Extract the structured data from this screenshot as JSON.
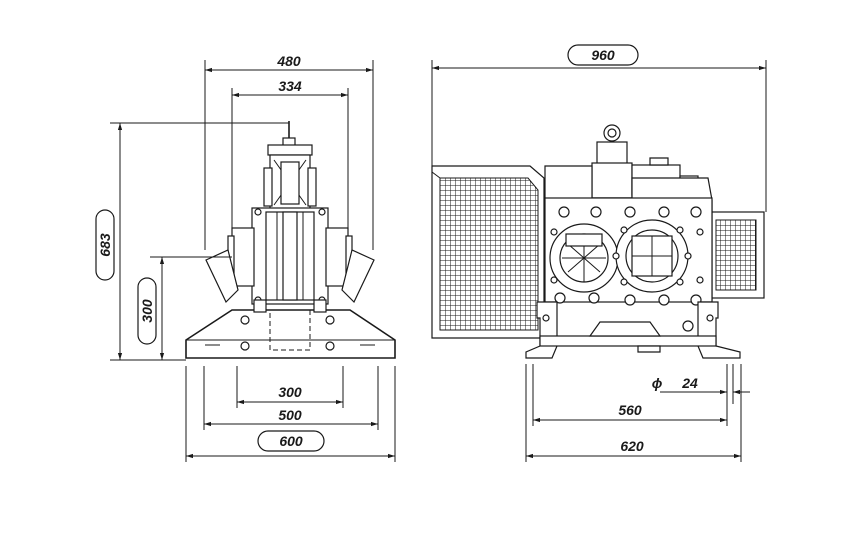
{
  "drawing": {
    "side_view": {
      "dim_width_overall": "480",
      "dim_width_inner": "334",
      "dim_height_overall": "683",
      "dim_height_center": "300",
      "dim_base_300": "300",
      "dim_base_500": "500",
      "dim_base_600": "600"
    },
    "front_view": {
      "dim_width_overall": "960",
      "dim_hole_symbol": "ϕ",
      "dim_hole": "24",
      "dim_base_560": "560",
      "dim_base_620": "620"
    }
  },
  "colors": {
    "line": "#1a1a1a",
    "background": "#ffffff"
  }
}
